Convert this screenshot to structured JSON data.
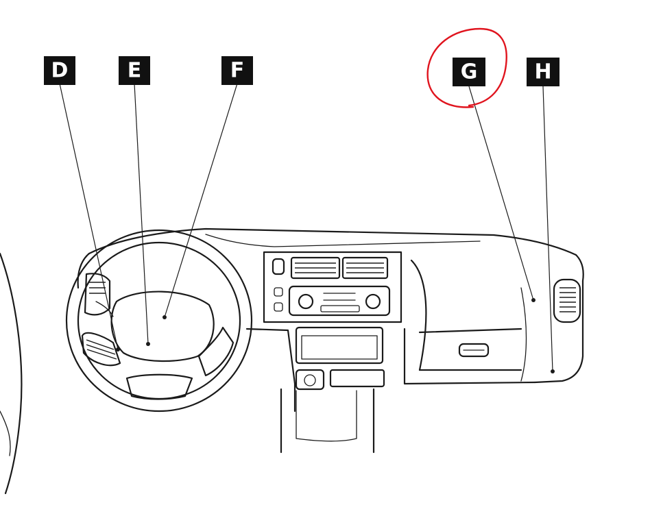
{
  "labels": [
    {
      "id": "D",
      "text": "D"
    },
    {
      "id": "E",
      "text": "E"
    },
    {
      "id": "F",
      "text": "F"
    },
    {
      "id": "G",
      "text": "G"
    },
    {
      "id": "H",
      "text": "H"
    }
  ],
  "highlighted_label": "G",
  "colors": {
    "ink": "#1a1a1a",
    "label_background": "#111111",
    "label_text": "#ffffff",
    "highlight_circle": "#e0141e",
    "background": "#ffffff"
  }
}
